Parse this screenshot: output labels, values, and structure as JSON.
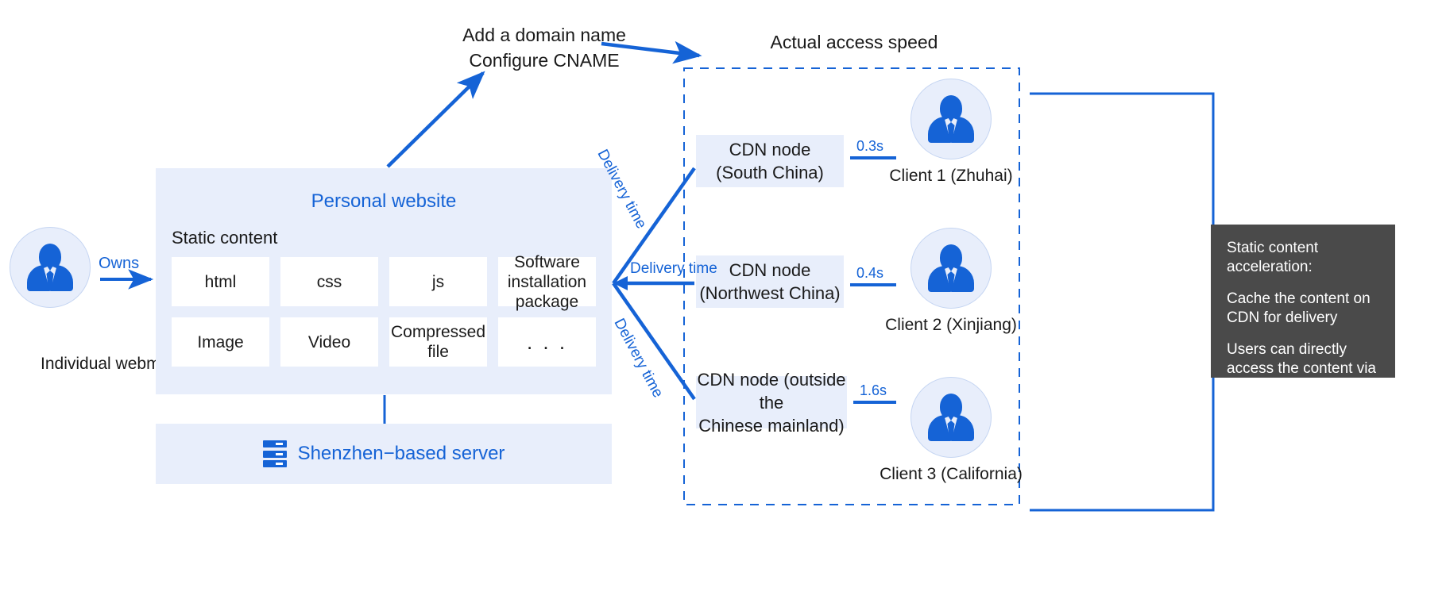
{
  "diagram": {
    "title_annotations": {
      "cname_note": "Add a domain name\nConfigure CNAME",
      "cname_note_line1": "Add a domain name",
      "cname_note_line2": "Configure CNAME",
      "actual_access_speed": "Actual access speed"
    },
    "left": {
      "webmaster_caption": "Individual webmaster",
      "owns_label": "Owns"
    },
    "website": {
      "title": "Personal website",
      "static_content_label": "Static content",
      "tiles": [
        "html",
        "css",
        "js",
        "Software installation package",
        "Image",
        "Video",
        "Compressed file",
        ". . ."
      ]
    },
    "server": {
      "label": "Shenzhen−based server",
      "icon": "server-icon"
    },
    "cdn": {
      "nodes": [
        {
          "name": "CDN node (South China)",
          "name_line1": "CDN node",
          "name_line2": "(South China)",
          "latency": "0.3s",
          "delivery_label": "Delivery time",
          "client": "Client 1 (Zhuhai)"
        },
        {
          "name": "CDN node (Northwest China)",
          "name_line1": "CDN node",
          "name_line2": "(Northwest China)",
          "latency": "0.4s",
          "delivery_label": "Delivery time",
          "client": "Client 2 (Xinjiang)"
        },
        {
          "name": "CDN node (outside the Chinese mainland)",
          "name_line1": "CDN node (outside the",
          "name_line2": "Chinese mainland)",
          "latency": "1.6s",
          "delivery_label": "Delivery time",
          "client": "Client 3 (California)"
        }
      ]
    },
    "callout": {
      "line1": "Static content acceleration:",
      "line2": "Cache the content on CDN for delivery",
      "line3": "Users can directly access the content via CDN nodes"
    },
    "colors": {
      "accent_blue": "#1563d6",
      "panel_fill": "#e8eefb",
      "callout_bg": "#4a4a4a",
      "text": "#1a1a1a"
    }
  }
}
